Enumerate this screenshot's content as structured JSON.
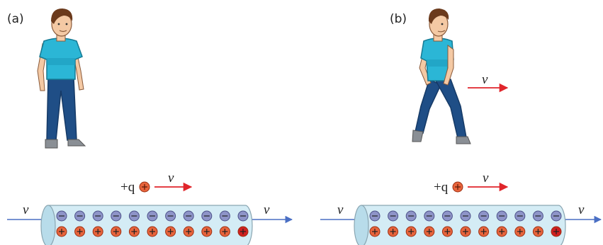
{
  "panels": [
    {
      "label": "(a)",
      "person_state": "standing",
      "charge_label": "+q",
      "charge_velocity_label": "v",
      "current_in_label": "v",
      "current_out_label": "v"
    },
    {
      "label": "(b)",
      "person_state": "walking",
      "person_velocity_label": "v",
      "charge_label": "+q",
      "charge_velocity_label": "v",
      "current_in_label": "v",
      "current_out_label": "v"
    }
  ],
  "wire": {
    "negative_count": 11,
    "positive_count": 11,
    "negative_symbol": "−",
    "positive_symbol": "+"
  },
  "colors": {
    "wire_fill": "#d4ecf5",
    "wire_stroke": "#8aa6b2",
    "negative_fill": "#8e94c8",
    "positive_fill": "#e8643c",
    "velocity_arrow": "#e0252b",
    "current_arrow": "#4a6fc4",
    "shirt": "#2bb6d6",
    "jeans": "#1f4e86",
    "skin": "#f4c9a4",
    "hair": "#6b3a1c"
  }
}
